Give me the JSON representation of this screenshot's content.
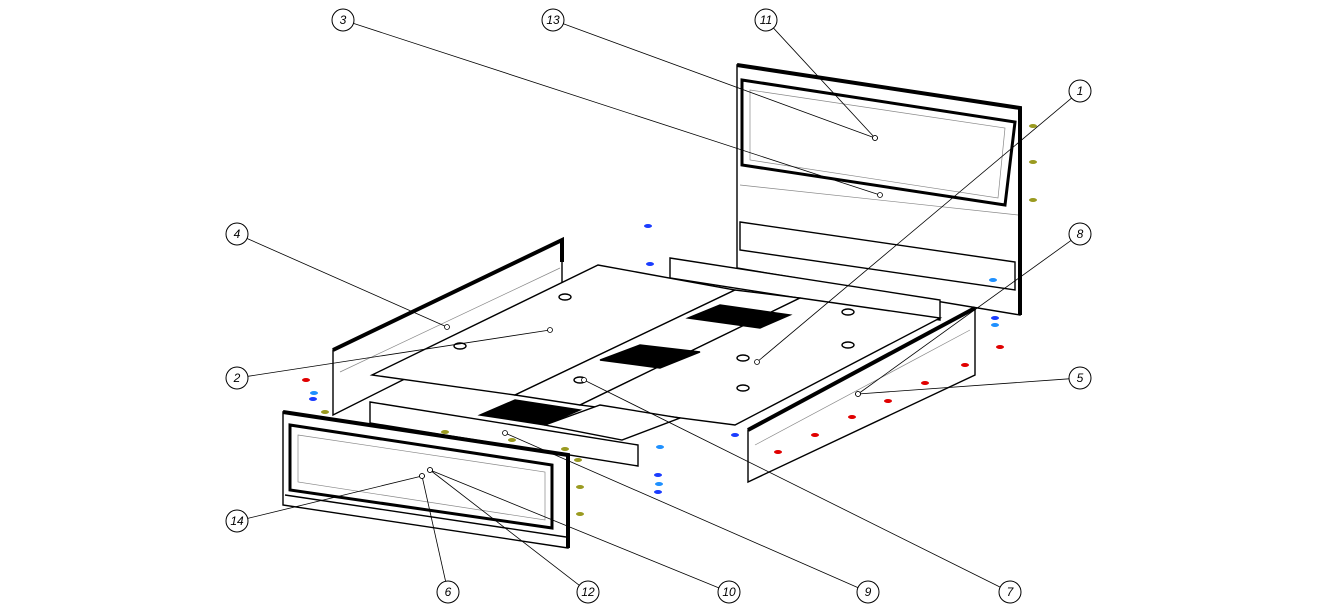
{
  "diagram": {
    "type": "exploded-assembly",
    "callouts": [
      {
        "label": "3"
      },
      {
        "label": "13"
      },
      {
        "label": "11"
      },
      {
        "label": "1"
      },
      {
        "label": "8"
      },
      {
        "label": "5"
      },
      {
        "label": "4"
      },
      {
        "label": "2"
      },
      {
        "label": "14"
      },
      {
        "label": "6"
      },
      {
        "label": "12"
      },
      {
        "label": "10"
      },
      {
        "label": "9"
      },
      {
        "label": "7"
      }
    ],
    "colors": {
      "fastener_blue": "#1a3cff",
      "fastener_lightblue": "#1e90ff",
      "fastener_red": "#e00000",
      "fastener_olive": "#9a9a20"
    }
  }
}
